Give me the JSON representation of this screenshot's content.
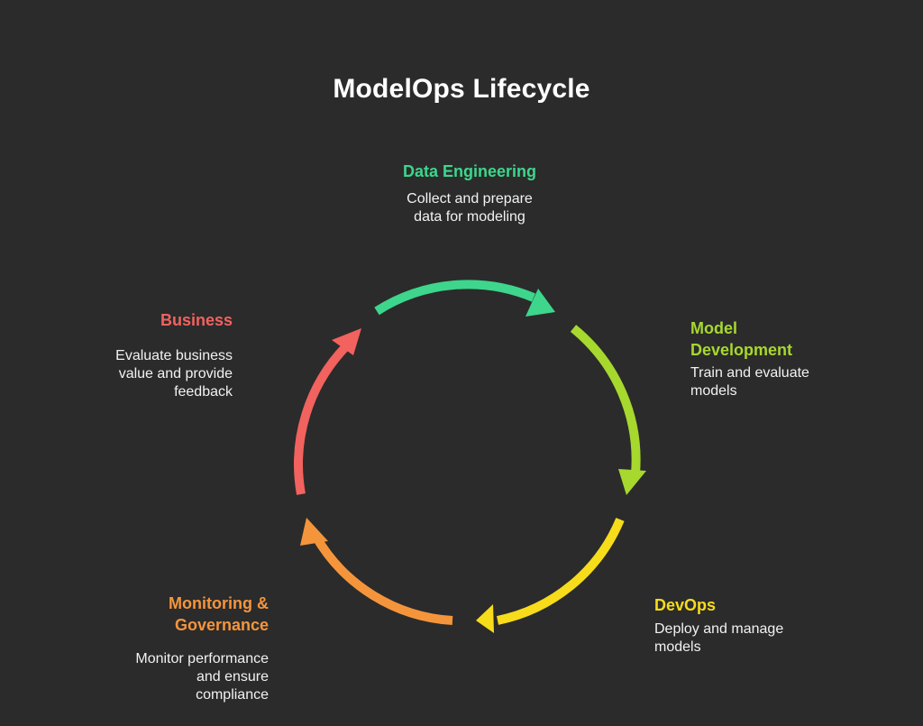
{
  "title": "ModelOps Lifecycle",
  "colors": {
    "background": "#2b2b2b",
    "data_engineering": "#3dd68c",
    "model_development": "#a6d82e",
    "devops": "#f6dc1a",
    "monitoring": "#f5953b",
    "business": "#f2625e"
  },
  "stages": {
    "data_engineering": {
      "label": "Data Engineering",
      "desc_lines": [
        "Collect and prepare",
        "data for modeling"
      ]
    },
    "model_development": {
      "label_lines": [
        "Model",
        "Development"
      ],
      "desc_lines": [
        "Train and evaluate",
        "models"
      ]
    },
    "devops": {
      "label": "DevOps",
      "desc_lines": [
        "Deploy and manage",
        "models"
      ]
    },
    "monitoring": {
      "label_lines": [
        "Monitoring &",
        "Governance"
      ],
      "desc_lines": [
        "Monitor performance",
        "and ensure",
        "compliance"
      ]
    },
    "business": {
      "label": "Business",
      "desc_lines": [
        "Evaluate business",
        "value and provide",
        "feedback"
      ]
    }
  }
}
